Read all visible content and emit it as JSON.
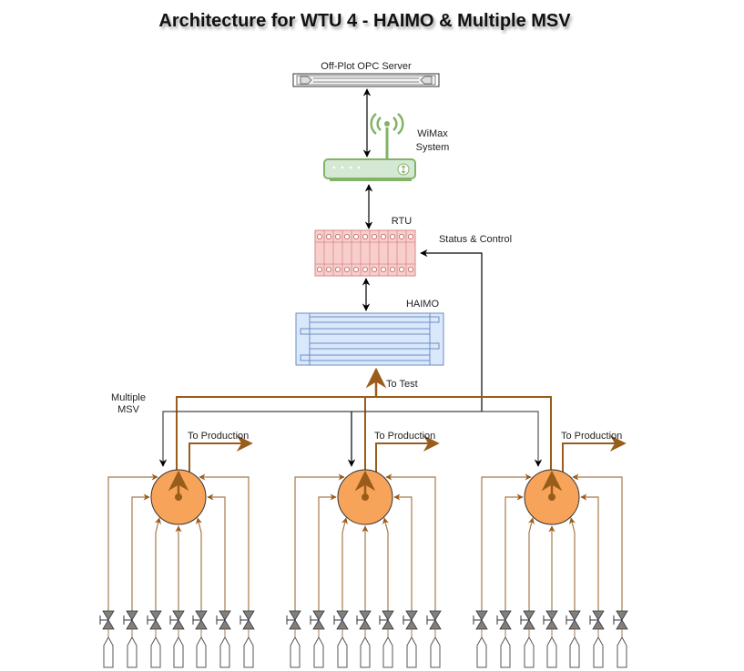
{
  "title": "Architecture for WTU 4 - HAIMO & Multiple MSV",
  "nodes": {
    "opc_server": {
      "label": "Off-Plot OPC Server",
      "icon": "rack-server-icon"
    },
    "wimax": {
      "label_line1": "WiMax",
      "label_line2": "System",
      "icon": "wireless-router-icon",
      "color": "#82b366"
    },
    "rtu": {
      "label": "RTU",
      "icon": "terminal-block-icon",
      "color": "#b85450",
      "terminal_columns": 11
    },
    "haimo": {
      "label": "HAIMO",
      "icon": "heat-exchanger-icon",
      "color": "#6c8ebf"
    }
  },
  "links": {
    "status_control": "Status & Control",
    "to_test": "To Test",
    "multiple_msv_line1": "Multiple",
    "multiple_msv_line2": "MSV"
  },
  "msv_units": [
    {
      "id": "msv-1",
      "to_production": "To Production",
      "wells": 7
    },
    {
      "id": "msv-2",
      "to_production": "To Production",
      "wells": 7
    },
    {
      "id": "msv-3",
      "to_production": "To Production",
      "wells": 7
    }
  ],
  "colors": {
    "pipe": "#995c1a",
    "pipe_thin": "#a87a4a",
    "msv_fill": "#f7a45a",
    "control_line": "#000000",
    "valve_fill": "#808080"
  }
}
